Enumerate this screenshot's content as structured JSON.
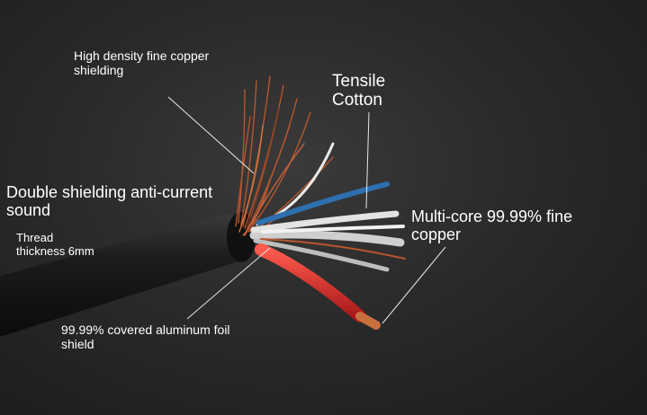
{
  "labels": {
    "shielding": [
      "High density fine copper",
      "shielding"
    ],
    "tensile": [
      "Tensile",
      "Cotton"
    ],
    "double": [
      "Double shielding anti-current",
      "sound"
    ],
    "thread": [
      "Thread",
      "thickness 6mm"
    ],
    "multicore": [
      "Multi-core 99.99% fine",
      "copper"
    ],
    "foil": [
      "99.99% covered aluminum foil",
      "shield"
    ]
  },
  "colors": {
    "jacket": "#151515",
    "copper": "#b5562e",
    "red_wire": "#d42a2a",
    "blue_wire": "#2e6fae",
    "cotton": "#d9d9d9"
  }
}
